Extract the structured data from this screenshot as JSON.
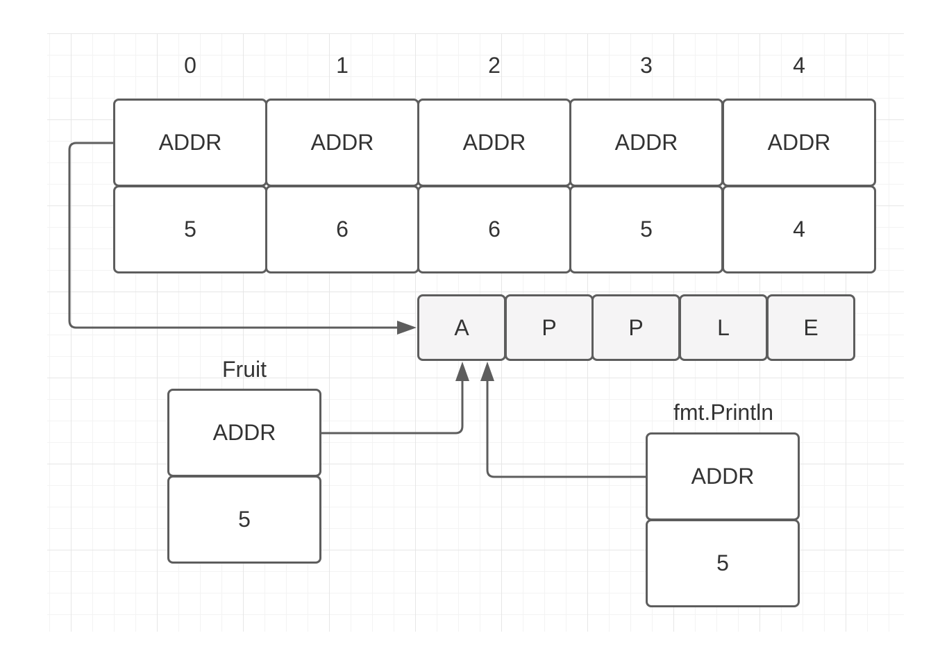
{
  "slice": {
    "indices": [
      "0",
      "1",
      "2",
      "3",
      "4"
    ],
    "elements": [
      {
        "ptr": "ADDR",
        "len": "5"
      },
      {
        "ptr": "ADDR",
        "len": "6"
      },
      {
        "ptr": "ADDR",
        "len": "6"
      },
      {
        "ptr": "ADDR",
        "len": "5"
      },
      {
        "ptr": "ADDR",
        "len": "4"
      }
    ]
  },
  "bytes": [
    "A",
    "P",
    "P",
    "L",
    "E"
  ],
  "fruit": {
    "label": "Fruit",
    "ptr": "ADDR",
    "len": "5"
  },
  "println": {
    "label": "fmt.Println",
    "ptr": "ADDR",
    "len": "5"
  },
  "colors": {
    "stroke": "#5d5d5d",
    "text": "#333333",
    "byte_fill": "#f5f4f5",
    "grid": "#e6e6e6"
  }
}
